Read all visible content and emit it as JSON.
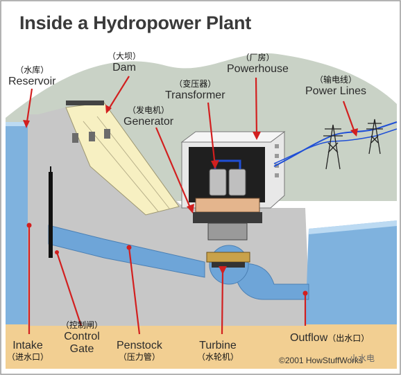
{
  "title": "Inside a Hydropower Plant",
  "labels": {
    "reservoir": {
      "zh": "（水库）",
      "en": "Reservoir"
    },
    "dam": {
      "zh": "（大坝）",
      "en": "Dam"
    },
    "powerhouse": {
      "zh": "（厂房）",
      "en": "Powerhouse"
    },
    "transformer": {
      "zh": "（变压器）",
      "en": "Transformer"
    },
    "generator": {
      "zh": "（发电机）",
      "en": "Generator"
    },
    "power_lines": {
      "zh": "（输电线）",
      "en": "Power Lines"
    },
    "intake": {
      "en": "Intake",
      "zh": "（进水口）"
    },
    "control_gate": {
      "zh": "（控制闸）",
      "en_line1": "Control",
      "en_line2": "Gate"
    },
    "penstock": {
      "en": "Penstock",
      "zh": "（压力管）"
    },
    "turbine": {
      "en": "Turbine",
      "zh": "（水轮机）"
    },
    "outflow": {
      "en": "Outflow",
      "zh": "（出水口）"
    }
  },
  "copyright": "©2001 HowStuffWorks",
  "watermark": "小水电",
  "colors": {
    "sky": "#ffffff",
    "hills": "#c9d2c6",
    "water": "#7fb2de",
    "water_dark": "#5f95c8",
    "concrete": "#c7c7c7",
    "ground": "#f2cf92",
    "dam_face": "#f7f0c2",
    "pointer": "#d21f1f",
    "power_line": "#1f4fd6"
  }
}
